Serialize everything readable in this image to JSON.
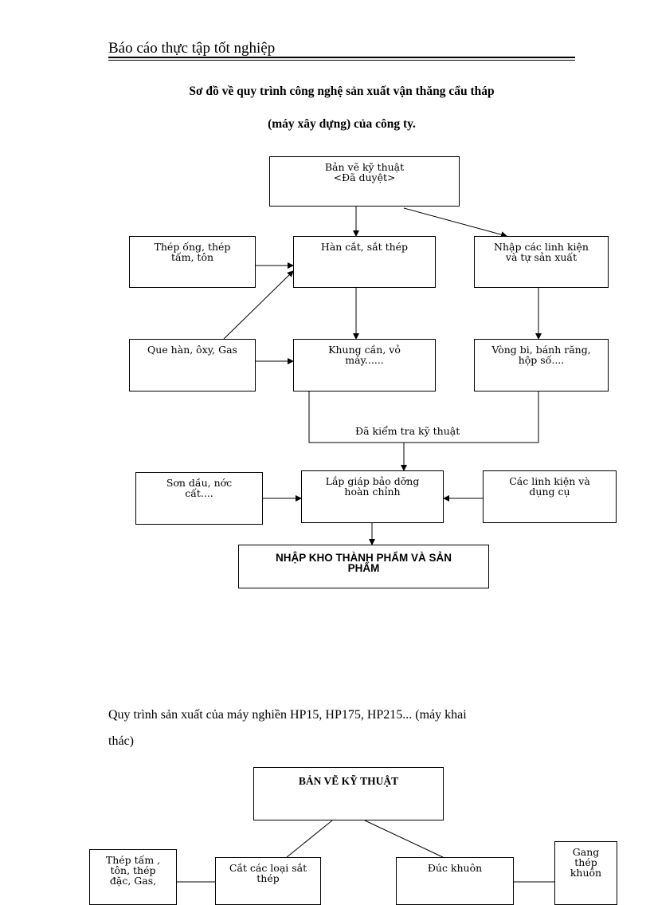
{
  "header": {
    "title": "Báo cáo thực tập tốt nghiệp"
  },
  "diagram1": {
    "title_line1": "Sơ đồ về quy trình công nghệ sản xuất vận thăng cẩu tháp",
    "title_line2": "(máy xây dựng) của công ty.",
    "nodes": {
      "ban_ve": [
        "Bản vẽ kỹ thuật",
        "<Đã duyệt>"
      ],
      "thep_ong": [
        "Thép ống, thép",
        "tấm, tôn"
      ],
      "han_cat": [
        "Hàn cắt, sắt thép"
      ],
      "nhap_linh_kien": [
        "Nhập các linh kiện",
        "và tự sản xuất"
      ],
      "que_han": [
        "Que hàn, ôxy, Gas"
      ],
      "khung_can": [
        "Khung cần, vỏ",
        "máy......"
      ],
      "vong_bi": [
        "Vòng bi, bánh răng,",
        "hộp số...."
      ],
      "son_dau": [
        "Sơn dầu, nớc",
        "cất...."
      ],
      "lap_giap": [
        "Lắp giáp bảo dỡng",
        "hoàn chỉnh"
      ],
      "cac_linh_kien": [
        "Các linh kiện và",
        "dụng cụ"
      ],
      "nhap_kho": [
        "NHẬP KHO THÀNH PHẨM VÀ SẢN",
        "PHẨM"
      ]
    },
    "merge_label": "Đã kiểm tra kỹ thuật"
  },
  "paragraph": {
    "line1": "Quy trình sản xuất của máy nghiền HP15, HP175, HP215... (máy khai",
    "line2": "thác)"
  },
  "diagram2": {
    "nodes": {
      "ban_ve": [
        "BẢN VẼ KỸ THUẬT"
      ],
      "thep_tam": [
        "Thép tấm ,",
        "tôn, thép",
        "đặc, Gas,"
      ],
      "cat_sat": [
        "Cắt các loại sắt",
        "thép"
      ],
      "duc_khuon": [
        "Đúc khuôn"
      ],
      "gang_thep": [
        "Gang",
        "thép",
        "khuôn"
      ]
    }
  }
}
